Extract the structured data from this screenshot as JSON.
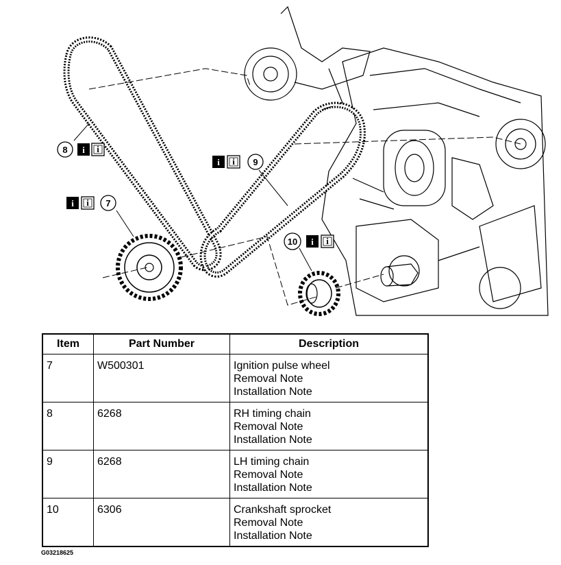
{
  "diagram": {
    "callouts": [
      {
        "number": "7",
        "icons": [
          "info-filled-icon",
          "info-outline-icon"
        ]
      },
      {
        "number": "8",
        "icons": [
          "info-filled-icon",
          "info-outline-icon"
        ]
      },
      {
        "number": "9",
        "icons": [
          "info-filled-icon",
          "info-outline-icon"
        ]
      },
      {
        "number": "10",
        "icons": [
          "info-filled-icon",
          "info-outline-icon"
        ]
      }
    ],
    "icon_glyph": "i"
  },
  "table": {
    "headers": [
      "Item",
      "Part Number",
      "Description"
    ],
    "rows": [
      {
        "item": "7",
        "part_number": "W500301",
        "description": [
          "Ignition pulse wheel",
          "Removal Note",
          "Installation Note"
        ]
      },
      {
        "item": "8",
        "part_number": "6268",
        "description": [
          "RH timing chain",
          "Removal Note",
          "Installation Note"
        ]
      },
      {
        "item": "9",
        "part_number": "6268",
        "description": [
          "LH timing chain",
          "Removal Note",
          "Installation Note"
        ]
      },
      {
        "item": "10",
        "part_number": "6306",
        "description": [
          "Crankshaft sprocket",
          "Removal Note",
          "Installation Note"
        ]
      }
    ]
  },
  "figure_id": "G03218625"
}
